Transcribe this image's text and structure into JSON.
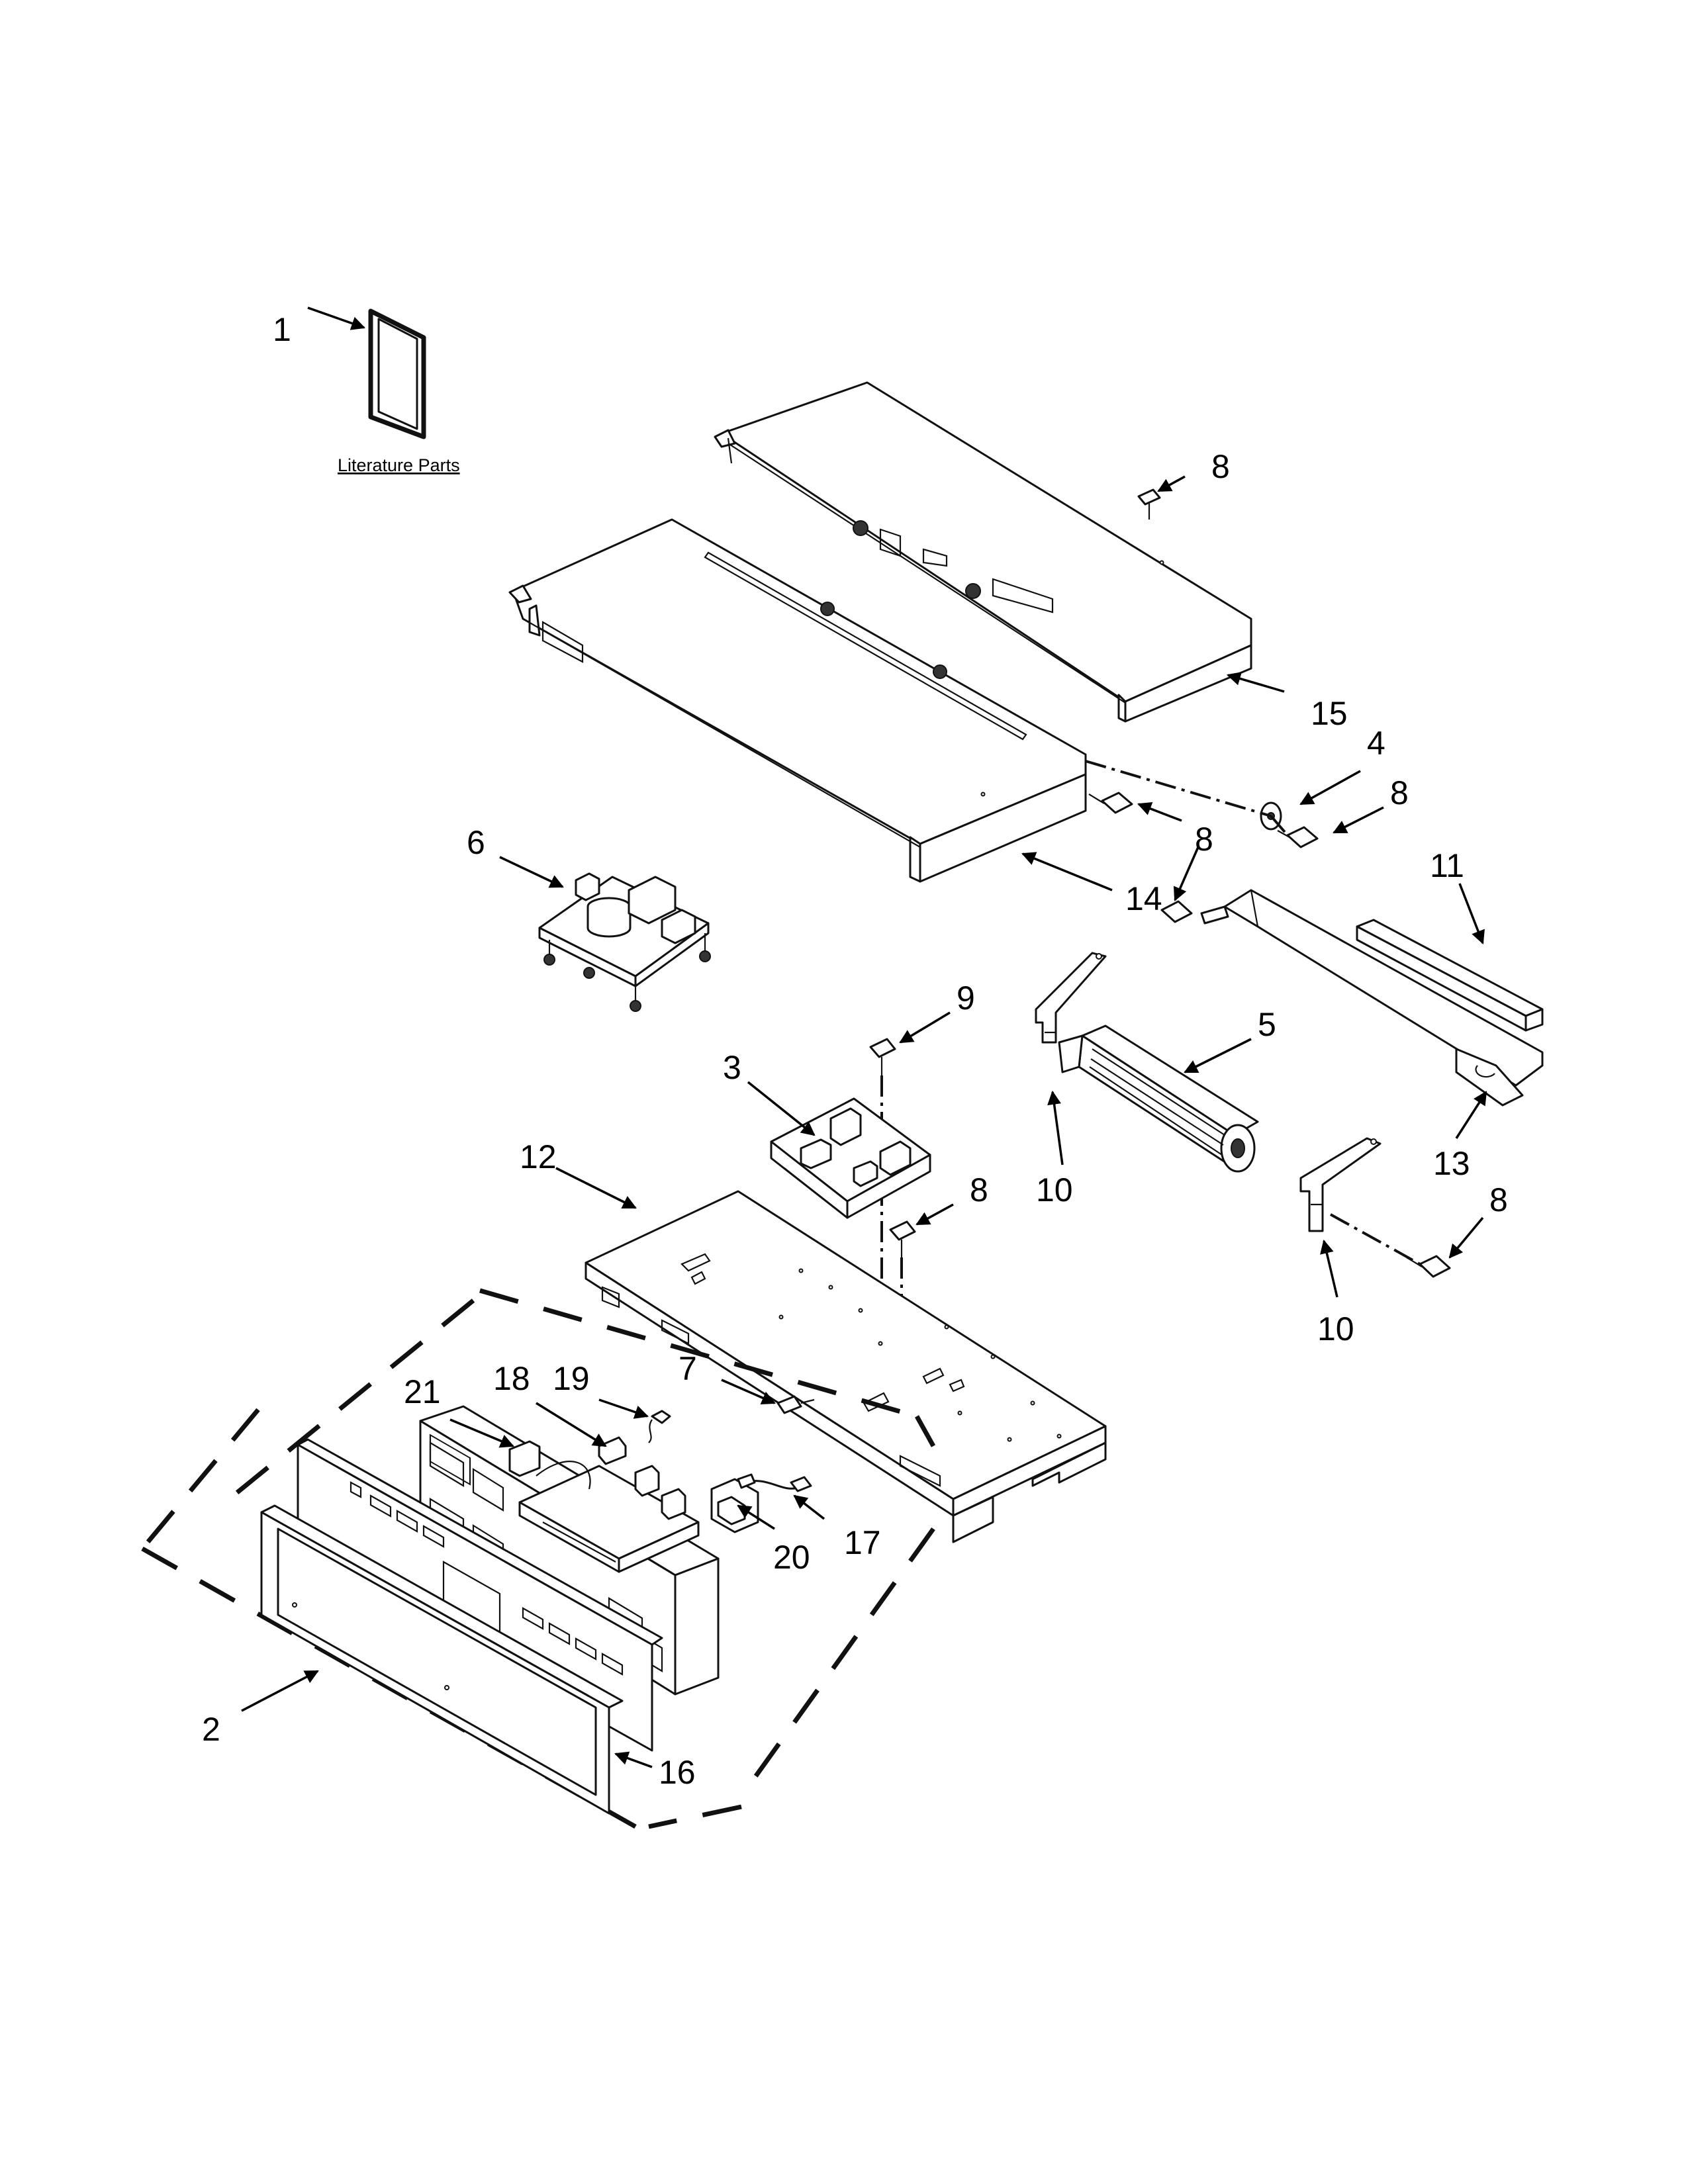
{
  "literature_label": "Literature Parts",
  "callouts": {
    "c1": "1",
    "c2": "2",
    "c3": "3",
    "c4": "4",
    "c5": "5",
    "c6": "6",
    "c7": "7",
    "c8": "8",
    "c9": "9",
    "c10": "10",
    "c11": "11",
    "c12": "12",
    "c13": "13",
    "c14": "14",
    "c15": "15",
    "c16": "16",
    "c17": "17",
    "c18": "18",
    "c19": "19",
    "c20": "20",
    "c21": "21"
  }
}
